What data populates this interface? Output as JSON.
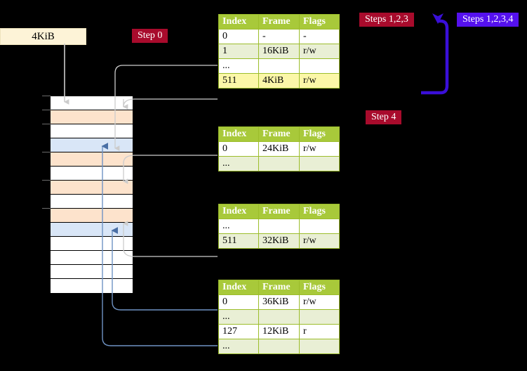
{
  "diagram": {
    "title_text": "4KiB",
    "source_box": {
      "label": "4KiB"
    },
    "badges": [
      {
        "id": "step0",
        "label": "Step 0",
        "color": "#a80b2c",
        "style": "red"
      },
      {
        "id": "steps123",
        "label": "Steps 1,2,3",
        "color": "#a80b2c",
        "style": "red"
      },
      {
        "id": "steps1234",
        "label": "Steps 1,2,3,4",
        "color": "#5511ee",
        "style": "blue"
      },
      {
        "id": "step4",
        "label": "Step 4",
        "color": "#a80b2c",
        "style": "red"
      }
    ],
    "colors": {
      "badge_red": "#a80b2c",
      "badge_blue": "#5511ee",
      "table_header_green": "#a8c93a",
      "table_border_green": "#9cbd2b",
      "table_tint": "#e9efd5",
      "highlight_yellow": "#fbf7a8",
      "frame_orange": "#fde3cc",
      "frame_blue": "#d9e6f7",
      "source_box_bg": "#fdf3d7",
      "wire_gray": "#b8b8b8",
      "wire_blue": "#6f93c4",
      "background": "#000000"
    },
    "memory_column": {
      "name": "physical-memory",
      "rows": [
        {
          "fill": "white",
          "tick": true
        },
        {
          "fill": "orange",
          "tick": true
        },
        {
          "fill": "white",
          "tick": true
        },
        {
          "fill": "blue",
          "tick": false
        },
        {
          "fill": "orange",
          "tick": true
        },
        {
          "fill": "white",
          "tick": false
        },
        {
          "fill": "orange",
          "tick": true
        },
        {
          "fill": "white",
          "tick": false
        },
        {
          "fill": "orange",
          "tick": true
        },
        {
          "fill": "blue",
          "tick": false
        },
        {
          "fill": "white",
          "tick": false
        },
        {
          "fill": "white",
          "tick": false
        },
        {
          "fill": "white",
          "tick": false
        },
        {
          "fill": "white",
          "tick": false
        }
      ]
    },
    "tables": [
      {
        "id": "pml4",
        "headers": [
          "Index",
          "Frame",
          "Flags"
        ],
        "rows": [
          {
            "cells": [
              "0",
              "-",
              "-"
            ],
            "tint": false,
            "highlight": false
          },
          {
            "cells": [
              "1",
              "16KiB",
              "r/w"
            ],
            "tint": true,
            "highlight": false
          },
          {
            "cells": [
              "...",
              "",
              ""
            ],
            "tint": false,
            "highlight": false
          },
          {
            "cells": [
              "511",
              "4KiB",
              "r/w"
            ],
            "tint": true,
            "highlight": true
          }
        ]
      },
      {
        "id": "pdpt",
        "headers": [
          "Index",
          "Frame",
          "Flags"
        ],
        "rows": [
          {
            "cells": [
              "0",
              "24KiB",
              "r/w"
            ],
            "tint": false,
            "highlight": false
          },
          {
            "cells": [
              "...",
              "",
              ""
            ],
            "tint": true,
            "highlight": false
          }
        ]
      },
      {
        "id": "pd",
        "headers": [
          "Index",
          "Frame",
          "Flags"
        ],
        "rows": [
          {
            "cells": [
              "...",
              "",
              ""
            ],
            "tint": false,
            "highlight": false
          },
          {
            "cells": [
              "511",
              "32KiB",
              "r/w"
            ],
            "tint": true,
            "highlight": false
          }
        ]
      },
      {
        "id": "pt",
        "headers": [
          "Index",
          "Frame",
          "Flags"
        ],
        "rows": [
          {
            "cells": [
              "0",
              "36KiB",
              "r/w"
            ],
            "tint": false,
            "highlight": false
          },
          {
            "cells": [
              "...",
              "",
              ""
            ],
            "tint": true,
            "highlight": false
          },
          {
            "cells": [
              "127",
              "12KiB",
              "r"
            ],
            "tint": false,
            "highlight": false
          },
          {
            "cells": [
              "...",
              "",
              ""
            ],
            "tint": true,
            "highlight": false
          }
        ]
      }
    ]
  }
}
